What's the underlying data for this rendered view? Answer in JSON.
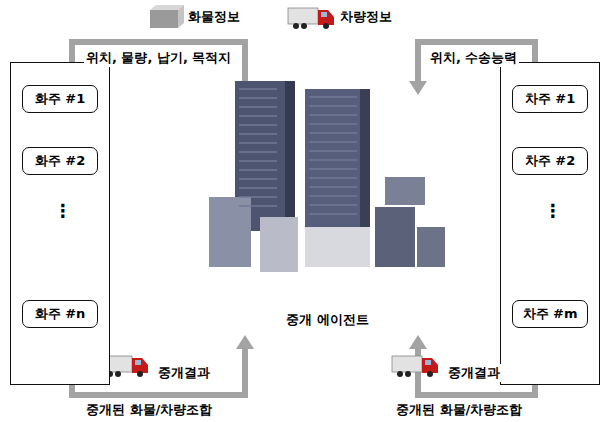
{
  "diagram": {
    "nodes": [
      {
        "text": []
      },
      {
        "text": [
          "화주 #1"
        ],
        "in": 0
      },
      {
        "text": [
          "화주 #2"
        ],
        "in": 0
      },
      {
        "text": [
          "화주 #n"
        ],
        "in": 0
      },
      {
        "text": [
          "중개 에이전트"
        ]
      },
      {
        "text": []
      },
      {
        "text": [
          "차주 #1"
        ],
        "in": 5
      },
      {
        "text": [
          "차주 #2"
        ],
        "in": 5
      },
      {
        "text": [
          "차주 #m"
        ],
        "in": 5
      }
    ],
    "edges": [
      {
        "from": 0,
        "to": 4,
        "arrow": "to",
        "label": "위치, 물량, 납기, 목적지"
      },
      {
        "from": 5,
        "to": 4,
        "arrow": "to",
        "label": "위치, 수송능력"
      },
      {
        "from": 0,
        "to": 4,
        "arrow": "to",
        "label": "중개된 화물/차량조합"
      },
      {
        "from": 5,
        "to": 4,
        "arrow": "to",
        "label": "중개된 화물/차량조합"
      }
    ],
    "labels": [
      "화물정보",
      "차량정보",
      "중개결과",
      "중개결과",
      "⋮",
      "⋮"
    ]
  }
}
